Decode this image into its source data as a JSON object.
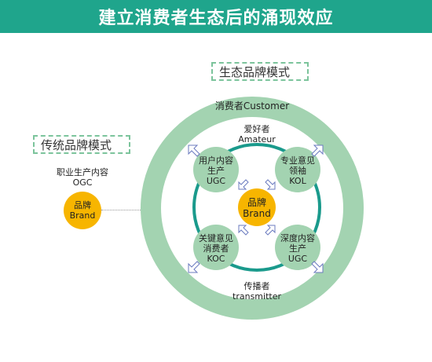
{
  "header": {
    "title": "建立消费者生态后的涌现效应"
  },
  "traditional": {
    "label": "传统品牌模式",
    "source_line1": "职业生产内容",
    "source_line2": "OGC",
    "brand_line1": "品牌",
    "brand_line2": "Brand"
  },
  "ecosystem": {
    "label": "生态品牌模式",
    "customer_label": "消费者Customer",
    "amateur_line1": "爱好者",
    "amateur_line2": "Amateur",
    "transmitter_line1": "传播者",
    "transmitter_line2": "transmitter",
    "center": {
      "line1": "品牌",
      "line2": "Brand"
    },
    "nodes": [
      {
        "line1": "用户内容",
        "line2": "生产",
        "line3": "UGC"
      },
      {
        "line1": "专业意见",
        "line2": "领袖",
        "line3": "KOL"
      },
      {
        "line1": "关键意见",
        "line2": "消费者",
        "line3": "KOC"
      },
      {
        "line1": "深度内容",
        "line2": "生产",
        "line3": "UGC"
      }
    ]
  },
  "colors": {
    "header": "#1fa58c",
    "outer_ring": "#a3d3b1",
    "inner_ring": "#1a9a8c",
    "node": "#a3d3b1",
    "brand": "#f7b500",
    "arrow": "#6b7bbf"
  }
}
